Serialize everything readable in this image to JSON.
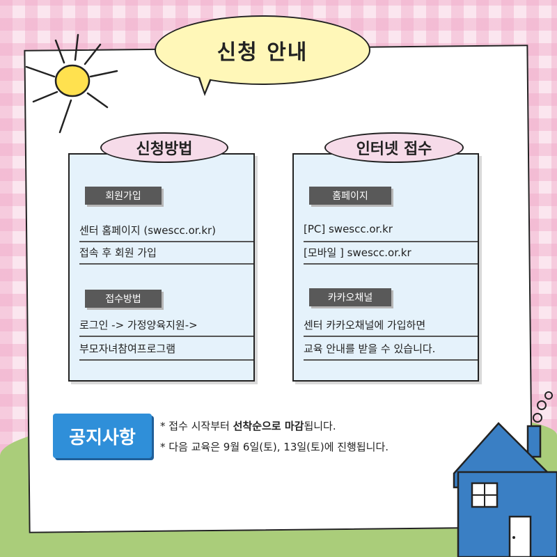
{
  "title": "신청 안내",
  "method": {
    "tag": "신청방법",
    "sections": [
      {
        "label": "회원가입",
        "lines": [
          "센터 홈페이지 (swescc.or.kr)",
          "접속 후 회원 가입"
        ]
      },
      {
        "label": "접수방법",
        "lines": [
          "로그인 -> 가정양육지원->",
          "부모자녀참여프로그램"
        ]
      }
    ]
  },
  "online": {
    "tag": "인터넷 접수",
    "sections": [
      {
        "label": "홈페이지",
        "lines": [
          "[PC]  swescc.or.kr",
          "[모바일 ] swescc.or.kr"
        ]
      },
      {
        "label": "카카오채널",
        "lines": [
          "센터 카카오채널에 가입하면",
          "교육 안내를 받을 수 있습니다."
        ]
      }
    ]
  },
  "notice": {
    "badge": "공지사항",
    "line1_prefix": "* 접수 시작부터 ",
    "line1_bold": "선착순으로 마감",
    "line1_suffix": "됩니다.",
    "line2": "* 다음 교육은 9월 6일(토), 13일(토)에 진행됩니다."
  },
  "colors": {
    "background_check": "#f6c6da",
    "card": "#e5f2fb",
    "tag": "#f6dbe9",
    "title_bubble": "#fff7b8",
    "notice_badge": "#2f8fd9",
    "grass": "#aacd7a",
    "house": "#3a7fc4"
  },
  "icons": [
    "sun-icon",
    "house-icon"
  ]
}
